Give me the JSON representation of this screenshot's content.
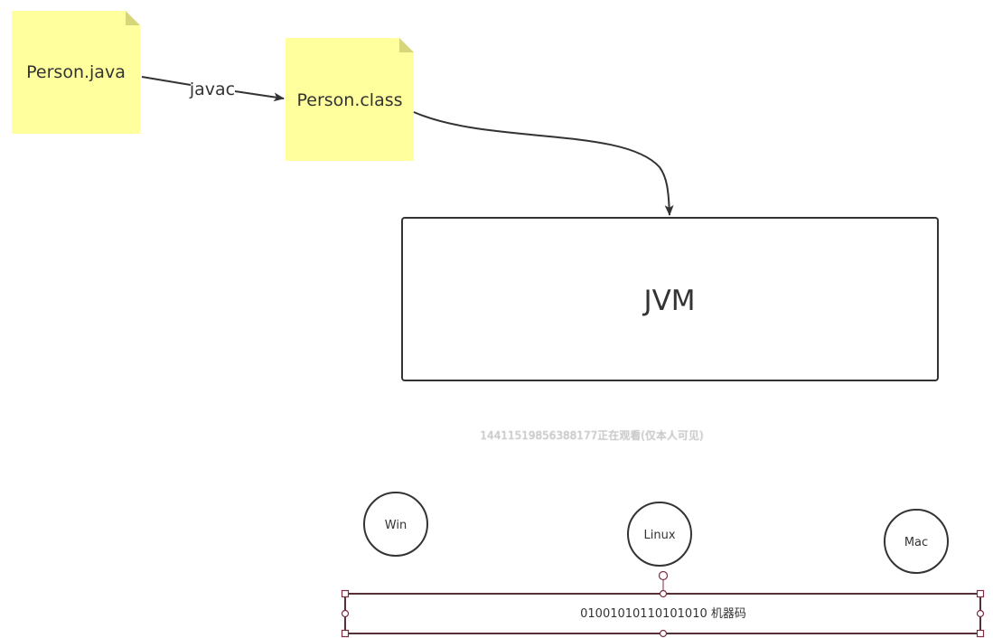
{
  "nodes": {
    "person_java": "Person.java",
    "person_class": "Person.class",
    "jvm": "JVM",
    "win": "Win",
    "linux": "Linux",
    "mac": "Mac",
    "machine_code": "01001010110101010   机器码"
  },
  "edges": {
    "javac": "javac"
  },
  "watermark": "14411519856388177正在观看(仅本人可见)",
  "colors": {
    "note_fill": "#ffff9e",
    "note_fold": "#d6d67a",
    "stroke": "#333333",
    "selection": "#7a2e3f"
  }
}
